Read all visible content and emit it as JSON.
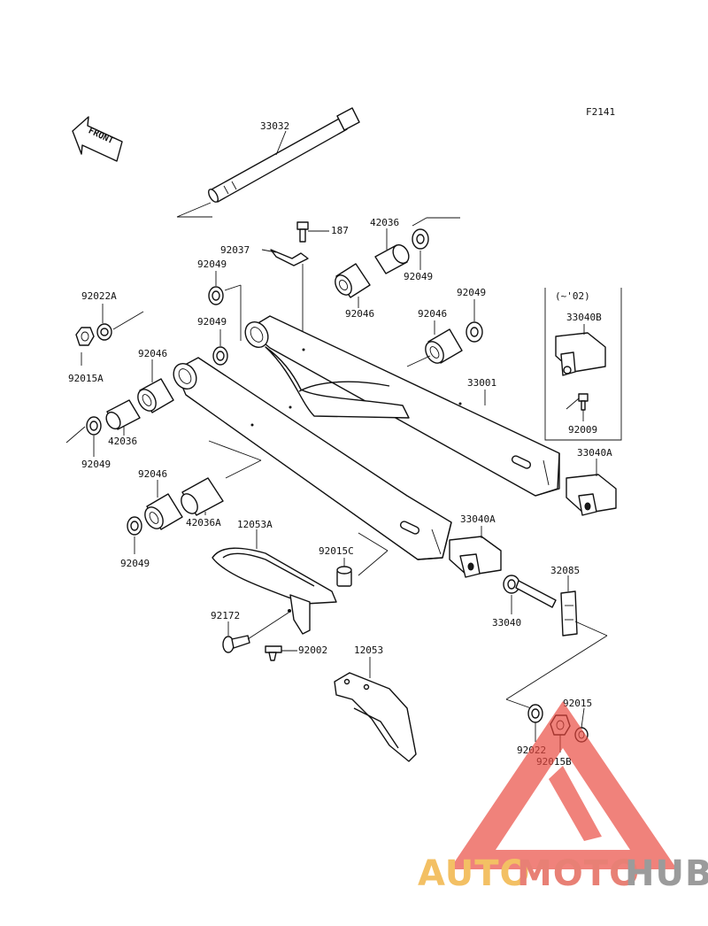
{
  "figure_code": "F2141",
  "front_label": "FRONT",
  "variant_label": "(~'02)",
  "part_labels": {
    "p33032": "33032",
    "p187": "187",
    "p42036_top": "42036",
    "p92037": "92037",
    "p92049_a": "92049",
    "p92049_b": "92049",
    "p92049_c": "92049",
    "p92049_d": "92049",
    "p92049_e": "92049",
    "p92049_f": "92049",
    "p92046_a": "92046",
    "p92046_b": "92046",
    "p92046_c": "92046",
    "p92046_d": "92046",
    "p92022A": "92022A",
    "p92015A": "92015A",
    "p42036_left": "42036",
    "p42036A": "42036A",
    "p33001": "33001",
    "p33040B": "33040B",
    "p92009": "92009",
    "p33040A_a": "33040A",
    "p33040A_b": "33040A",
    "p12053A": "12053A",
    "p92015C": "92015C",
    "p33040": "33040",
    "p32085": "32085",
    "p92172": "92172",
    "p92002": "92002",
    "p12053": "12053",
    "p92015": "92015",
    "p92022": "92022",
    "p92015B": "92015B"
  },
  "watermark": {
    "part1": "AUTO",
    "part2": "MOTO",
    "part3": "HUB",
    "triangle_color": "#e8473d",
    "auto_color": "#f2b64a",
    "moto_color": "#e46a5e",
    "hub_color": "#8a8a8a"
  }
}
